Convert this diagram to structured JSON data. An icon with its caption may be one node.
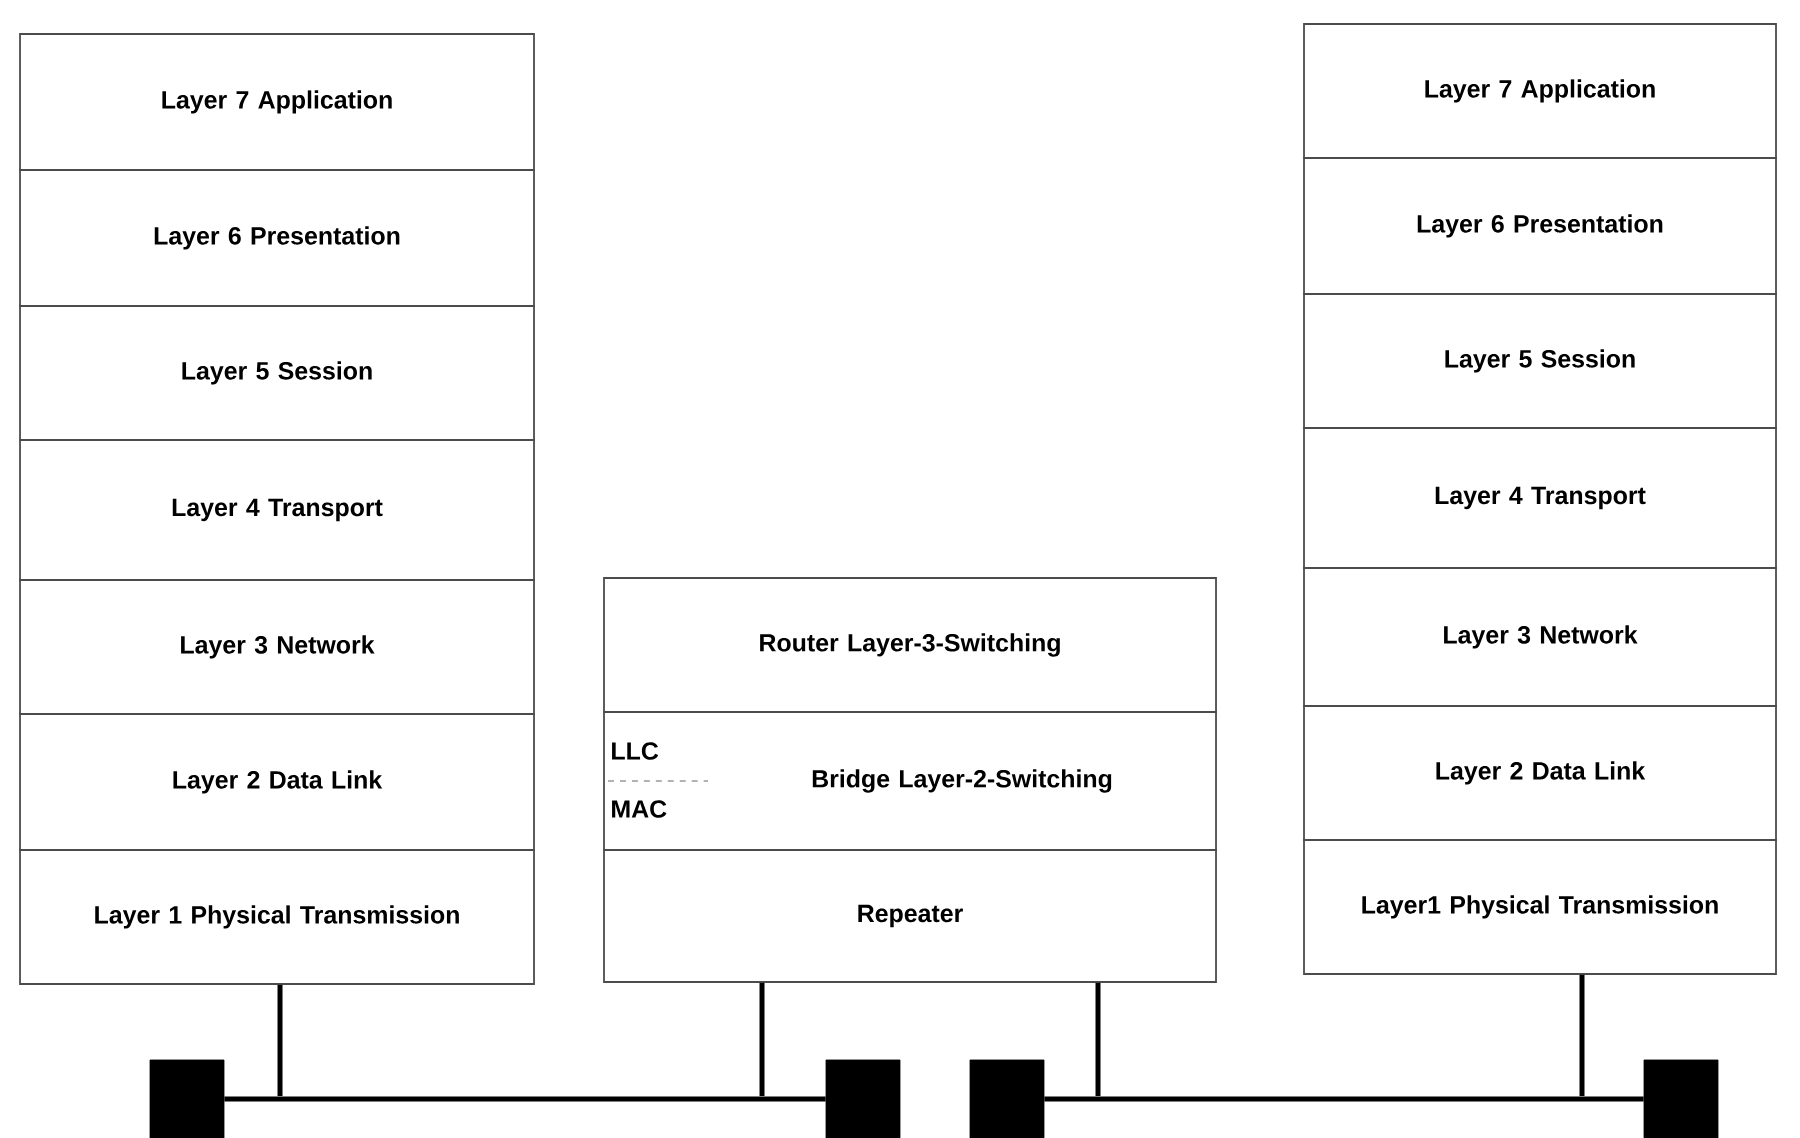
{
  "diagram": {
    "nodes": [
      {
        "text": [
          "Layer 7 Application"
        ]
      },
      {
        "text": [
          "Layer 6 Presentation"
        ]
      },
      {
        "text": [
          "Layer 5 Session"
        ]
      },
      {
        "text": [
          "Layer 4 Transport"
        ]
      },
      {
        "text": [
          "Layer 3 Network"
        ]
      },
      {
        "text": [
          "Layer 2 Data Link"
        ]
      },
      {
        "text": [
          "Layer 1 Physical Transmission"
        ]
      },
      {
        "text": [
          "Router Layer-3-Switching"
        ]
      },
      {
        "text": [
          "LLC",
          "Bridge Layer-2-Switching",
          "MAC"
        ]
      },
      {
        "text": [
          "Repeater"
        ]
      },
      {
        "text": [
          "Layer 7 Application"
        ]
      },
      {
        "text": [
          "Layer 6 Presentation"
        ]
      },
      {
        "text": [
          "Layer 5 Session"
        ]
      },
      {
        "text": [
          "Layer 4 Transport"
        ]
      },
      {
        "text": [
          "Layer 3 Network"
        ]
      },
      {
        "text": [
          "Layer 2 Data Link"
        ]
      },
      {
        "text": [
          "Layer1 Physical Transmission"
        ]
      },
      {
        "text": [],
        "shape": "box"
      },
      {
        "text": [],
        "shape": "box"
      },
      {
        "text": [],
        "shape": "box"
      },
      {
        "text": [],
        "shape": "box"
      }
    ],
    "edges": [
      {
        "from": 17,
        "to": 18,
        "arrow": "none"
      },
      {
        "from": 19,
        "to": 20,
        "arrow": "none"
      },
      {
        "from": 6,
        "to": null,
        "arrow": "none"
      },
      {
        "from": 9,
        "to": null,
        "arrow": "none"
      },
      {
        "from": 9,
        "to": null,
        "arrow": "none"
      },
      {
        "from": 16,
        "to": null,
        "arrow": "none"
      }
    ]
  }
}
